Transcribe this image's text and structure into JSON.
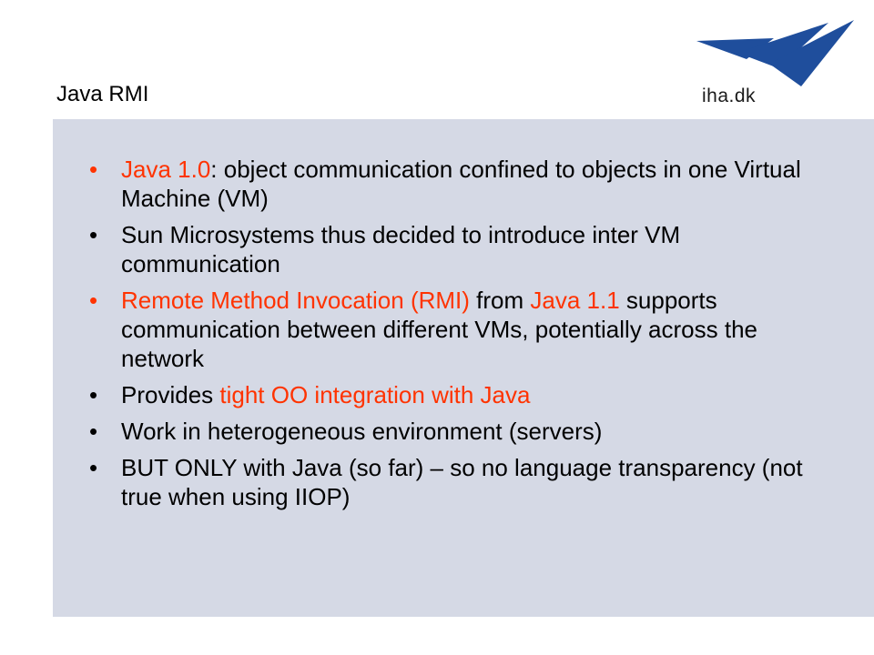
{
  "header": {
    "title": "Java RMI",
    "logo_text": "iha.dk",
    "logo_icon": "iha-wings-logo"
  },
  "colors": {
    "accent": "#ff3300",
    "panel_bg": "#d5d9e5",
    "logo_blue": "#1f4e9c"
  },
  "bullets": [
    {
      "marker": "•",
      "marker_color": "accent",
      "segments": [
        {
          "text": "Java 1.0",
          "highlight": true
        },
        {
          "text": ": object communication confined to objects in one Virtual Machine (VM)",
          "highlight": false
        }
      ]
    },
    {
      "marker": "•",
      "marker_color": "default",
      "segments": [
        {
          "text": "Sun Microsystems thus decided to introduce inter VM communication",
          "highlight": false
        }
      ]
    },
    {
      "marker": "•",
      "marker_color": "accent",
      "segments": [
        {
          "text": "Remote Method Invocation (RMI)",
          "highlight": true
        },
        {
          "text": " from ",
          "highlight": false
        },
        {
          "text": "Java 1.1",
          "highlight": true
        },
        {
          "text": " supports communication between different VMs, potentially across the network",
          "highlight": false
        }
      ]
    },
    {
      "marker": "•",
      "marker_color": "default",
      "segments": [
        {
          "text": "Provides ",
          "highlight": false
        },
        {
          "text": "tight OO integration with Java",
          "highlight": true
        }
      ]
    },
    {
      "marker": "•",
      "marker_color": "default",
      "segments": [
        {
          "text": "Work in heterogeneous environment (servers)",
          "highlight": false
        }
      ]
    },
    {
      "marker": "•",
      "marker_color": "default",
      "segments": [
        {
          "text": "BUT ONLY with Java (so far) – so no language transparency (not true when using IIOP)",
          "highlight": false
        }
      ]
    }
  ]
}
